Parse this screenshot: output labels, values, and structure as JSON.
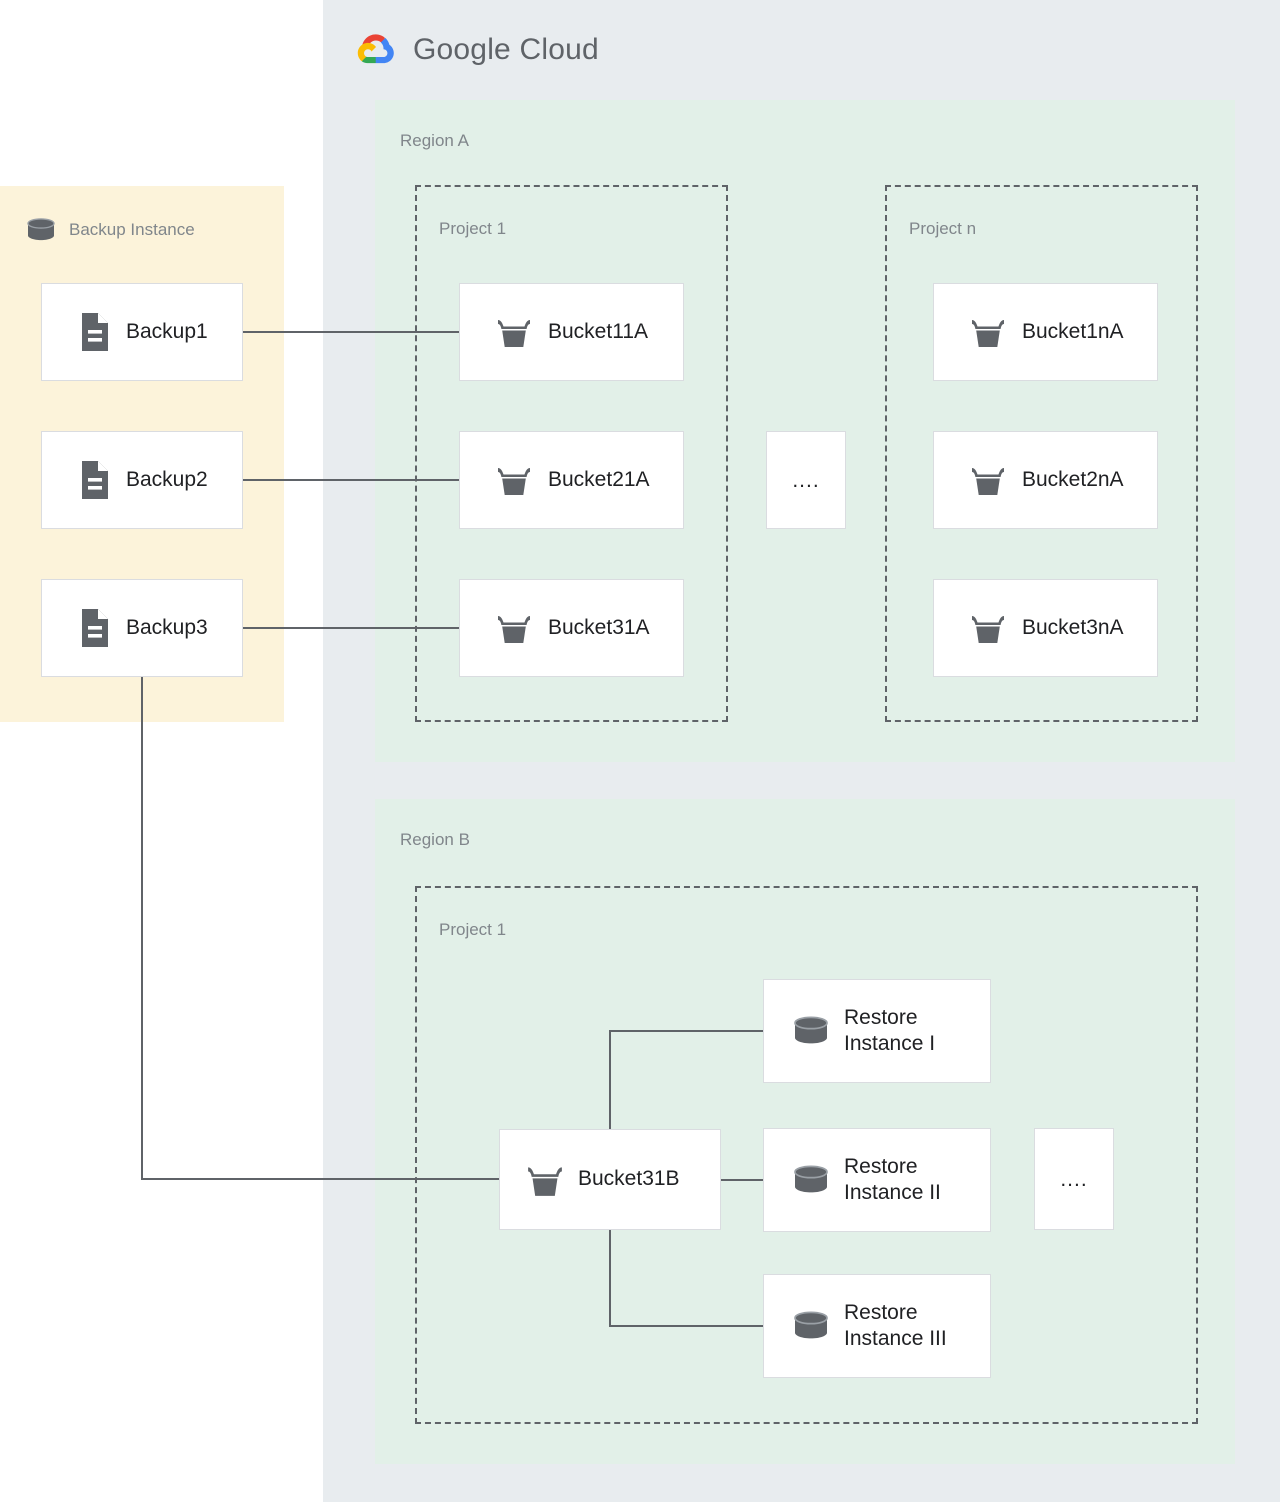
{
  "cloud": {
    "brand_word1": "Google",
    "brand_word2": "Cloud",
    "panel_color": "#e8ecef",
    "logo_colors": {
      "red": "#ea4335",
      "yellow": "#fbbc04",
      "green": "#34a853",
      "blue": "#4285f4"
    }
  },
  "backup_panel": {
    "title": "Backup Instance",
    "icon": "database-cylinder-icon",
    "bg_color": "#fcf3da",
    "items": [
      {
        "label": "Backup1",
        "icon": "document-icon"
      },
      {
        "label": "Backup2",
        "icon": "document-icon"
      },
      {
        "label": "Backup3",
        "icon": "document-icon"
      }
    ]
  },
  "regions": [
    {
      "label": "Region A",
      "bg_color": "#e2f0e8",
      "projects": [
        {
          "label": "Project 1",
          "buckets": [
            {
              "label": "Bucket11A",
              "icon": "bucket-icon"
            },
            {
              "label": "Bucket21A",
              "icon": "bucket-icon"
            },
            {
              "label": "Bucket31A",
              "icon": "bucket-icon"
            }
          ]
        },
        {
          "label": "Project n",
          "buckets": [
            {
              "label": "Bucket1nA",
              "icon": "bucket-icon"
            },
            {
              "label": "Bucket2nA",
              "icon": "bucket-icon"
            },
            {
              "label": "Bucket3nA",
              "icon": "bucket-icon"
            }
          ]
        }
      ],
      "ellipsis": "...."
    },
    {
      "label": "Region B",
      "bg_color": "#e2f0e8",
      "projects": [
        {
          "label": "Project 1",
          "buckets": [
            {
              "label": "Bucket31B",
              "icon": "bucket-icon"
            }
          ],
          "restore_instances": [
            {
              "label": "Restore\nInstance I",
              "icon": "database-cylinder-icon"
            },
            {
              "label": "Restore\nInstance II",
              "icon": "database-cylinder-icon"
            },
            {
              "label": "Restore\nInstance III",
              "icon": "database-cylinder-icon"
            }
          ]
        }
      ],
      "ellipsis": "...."
    }
  ],
  "connections": [
    {
      "from": "Backup1",
      "to": "Bucket11A"
    },
    {
      "from": "Backup2",
      "to": "Bucket21A"
    },
    {
      "from": "Backup3",
      "to": "Bucket31A"
    },
    {
      "from": "Backup3",
      "to": "Bucket31B"
    },
    {
      "from": "Bucket31B",
      "to": "Restore Instance I"
    },
    {
      "from": "Bucket31B",
      "to": "Restore Instance II"
    },
    {
      "from": "Bucket31B",
      "to": "Restore Instance III"
    }
  ],
  "colors": {
    "connector": "#5f6368",
    "card_border": "#dadce0",
    "label_text": "#80868b",
    "card_text": "#202124",
    "icon_fill": "#5f6368"
  }
}
